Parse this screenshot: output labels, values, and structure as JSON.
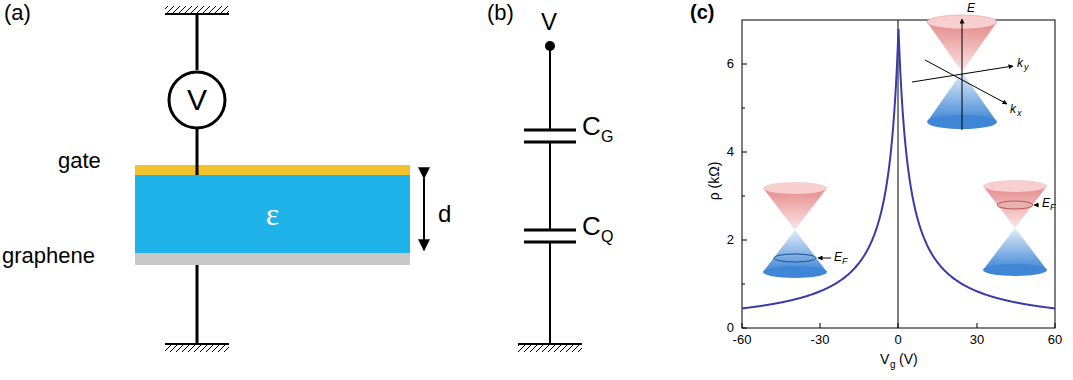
{
  "diagram": {
    "nodes": [
      {
        "text": [
          "V"
        ]
      },
      {
        "text": [
          "ε"
        ]
      }
    ],
    "edges": [
      {
        "from": 0,
        "to": 1,
        "arrow": "none"
      }
    ],
    "labels": [
      "(a)",
      "gate",
      "d",
      "graphene",
      "(b)",
      "V",
      "C",
      "G",
      "C",
      "Q",
      "(c)",
      "6",
      "4",
      "2",
      "0",
      "-60",
      "-30",
      "0",
      "30",
      "60",
      "ρ (kΩ)",
      "V",
      "g",
      "(V)",
      "E",
      "k",
      "y",
      "k",
      "x",
      "E",
      "F",
      "E",
      "F"
    ]
  }
}
